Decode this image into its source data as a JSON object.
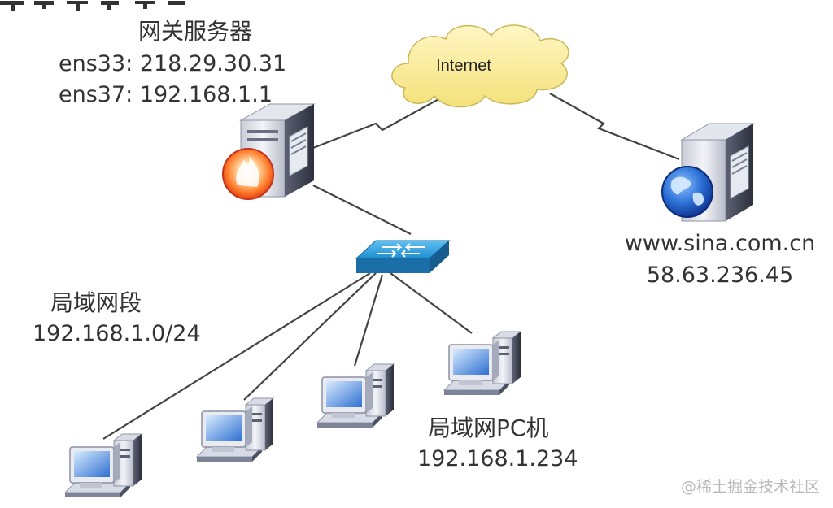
{
  "gateway": {
    "name": "网关服务器",
    "ens33": "ens33: 218.29.30.31",
    "ens37": "ens37: 192.168.1.1"
  },
  "internet": {
    "label": "Internet",
    "cloud_color": "#f9ec9a"
  },
  "web_server": {
    "host": "www.sina.com.cn",
    "ip": "58.63.236.45"
  },
  "lan": {
    "name": "局域网段",
    "cidr": "192.168.1.0/24"
  },
  "lan_pc": {
    "name": "局域网PC机",
    "ip": "192.168.1.234"
  },
  "watermark": "@稀土掘金技术社区",
  "colors": {
    "switch": "#1f8ecf",
    "line": "#444444",
    "text": "#333333",
    "firewall": "#e8401c",
    "globe": "#1f5fc9"
  }
}
